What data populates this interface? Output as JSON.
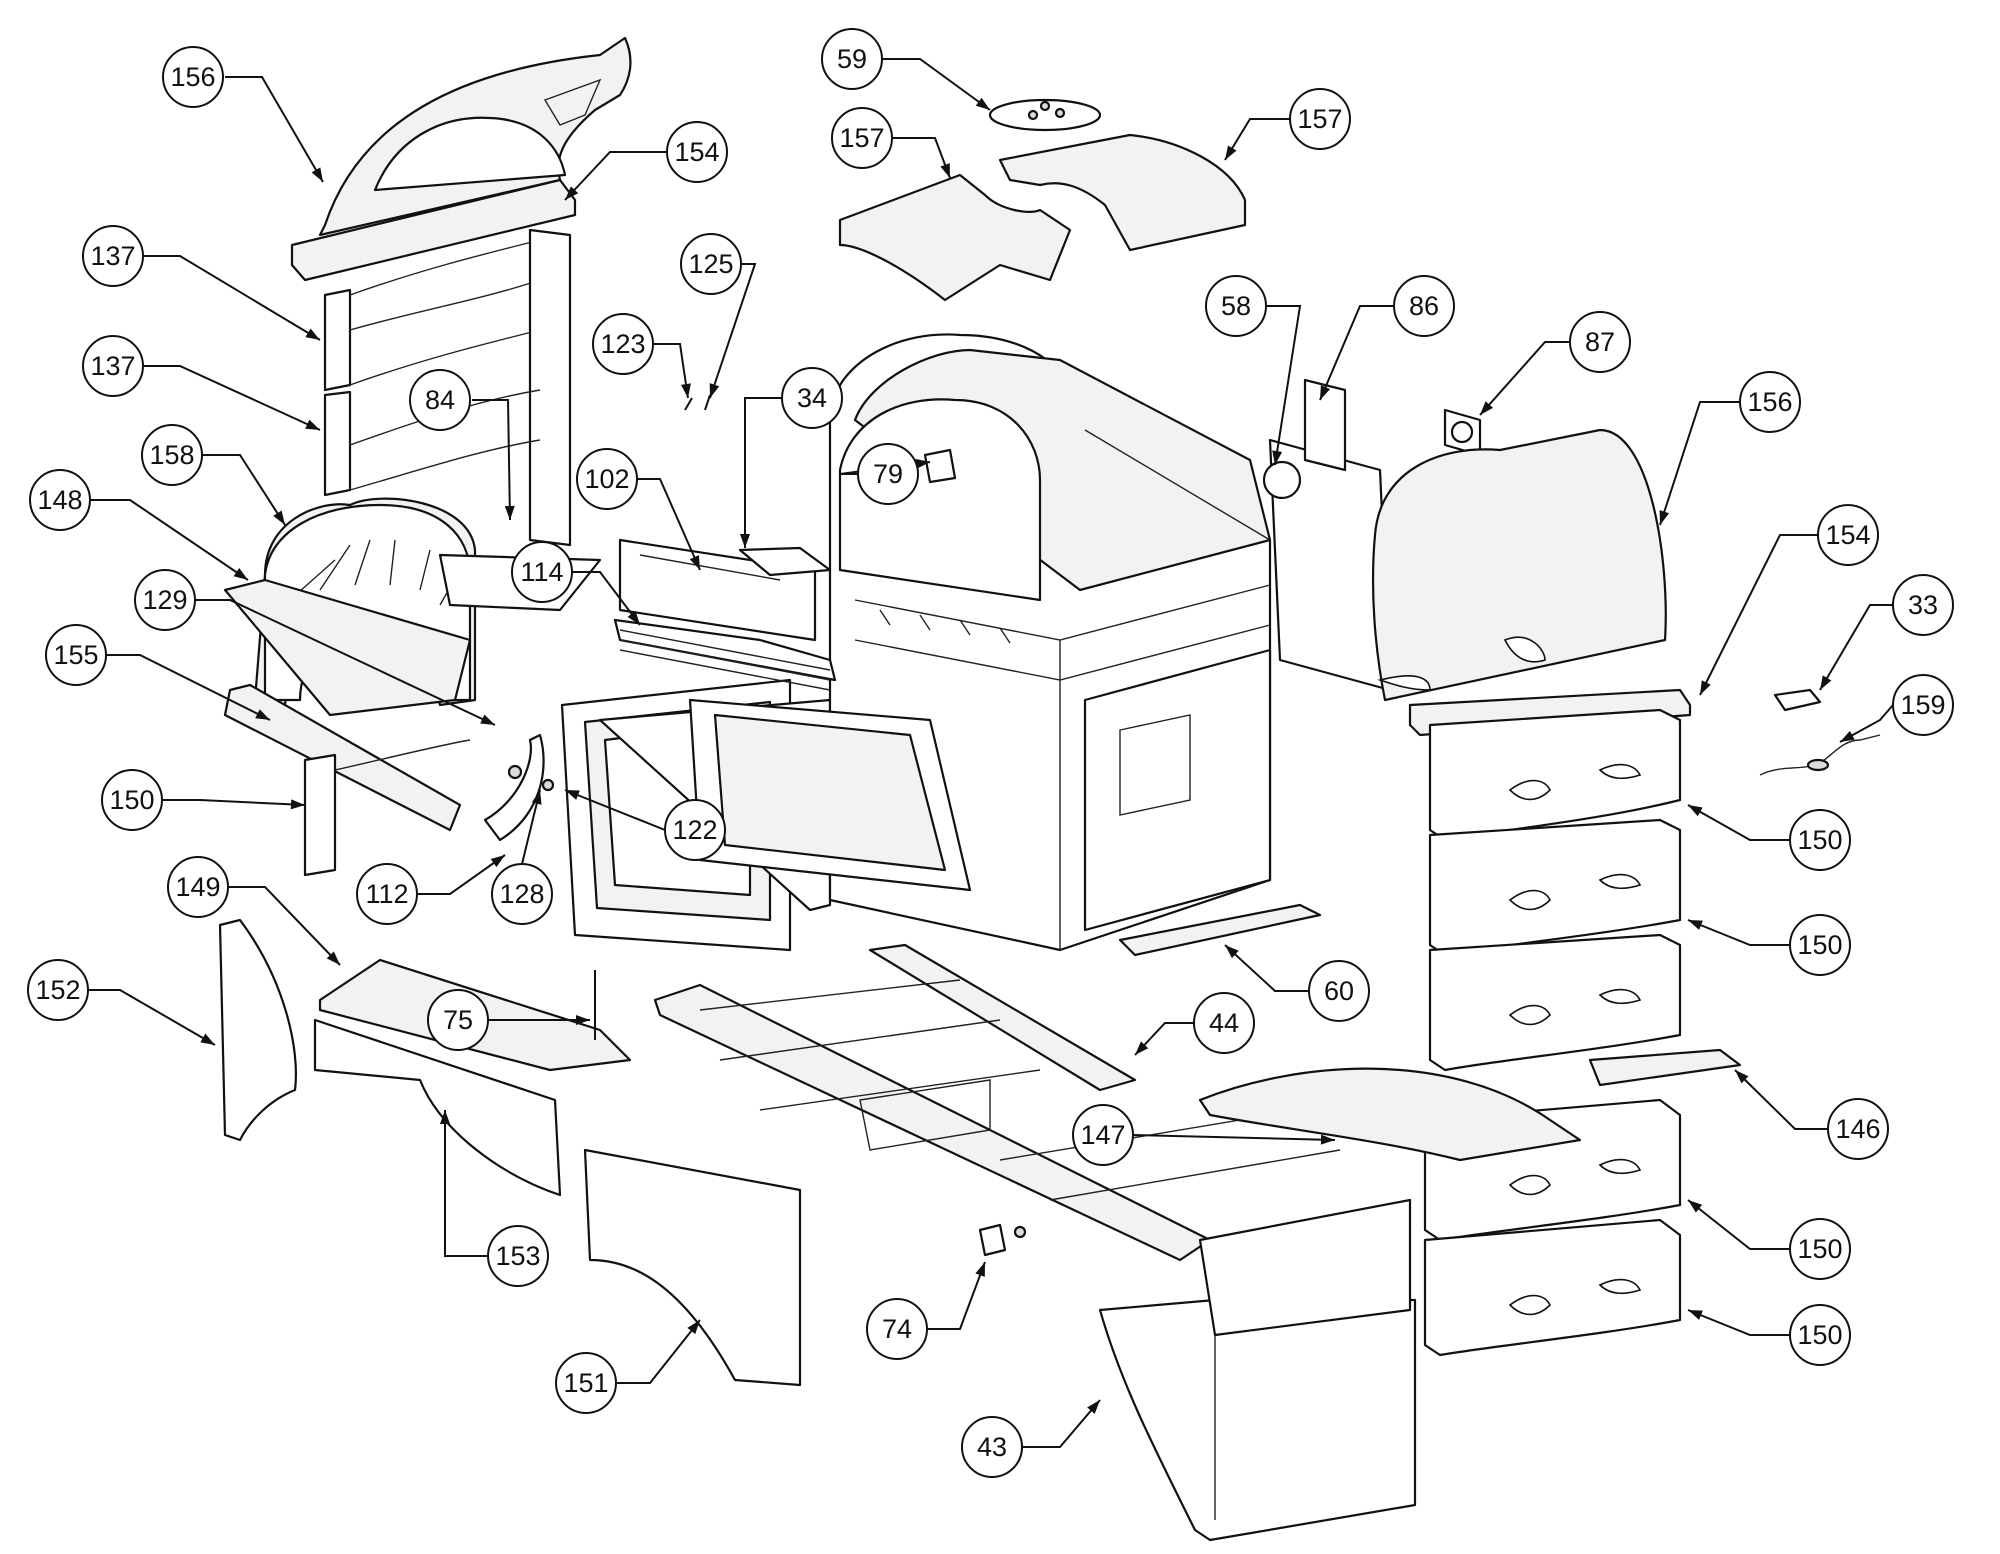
{
  "callouts": {
    "c156a": "156",
    "c154a": "154",
    "c137a": "137",
    "c137b": "137",
    "c84": "84",
    "c158": "158",
    "c148": "148",
    "c129": "129",
    "c155": "155",
    "c150a": "150",
    "c112": "112",
    "c128": "128",
    "c122": "122",
    "c149": "149",
    "c152": "152",
    "c75": "75",
    "c153": "153",
    "c151": "151",
    "c74": "74",
    "c43": "43",
    "c44": "44",
    "c147": "147",
    "c60": "60",
    "c146": "146",
    "c150b": "150",
    "c150c": "150",
    "c150d": "150",
    "c150e": "150",
    "c159": "159",
    "c33": "33",
    "c154b": "154",
    "c156b": "156",
    "c87": "87",
    "c86": "86",
    "c58": "58",
    "c157a": "157",
    "c157b": "157",
    "c59": "59",
    "c125": "125",
    "c123": "123",
    "c34": "34",
    "c102": "102",
    "c79": "79",
    "c114": "114"
  }
}
